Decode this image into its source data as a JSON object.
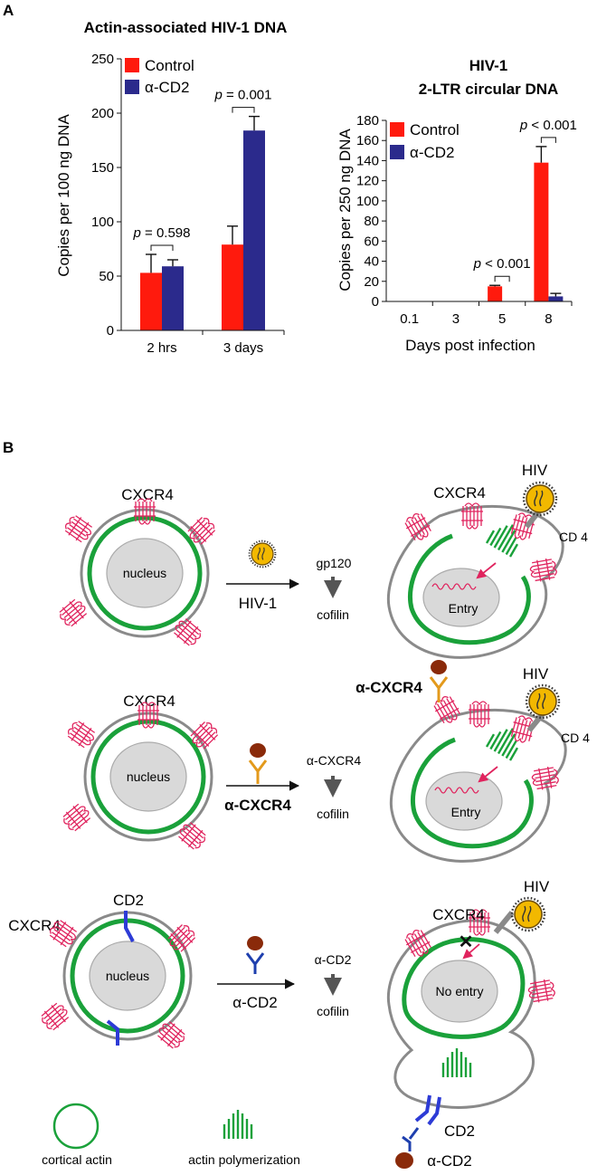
{
  "panel_a_label": "A",
  "panel_b_label": "B",
  "chart_data": [
    {
      "type": "bar",
      "title": "Actin-associated HIV-1 DNA",
      "xlabel": "",
      "ylabel": "Copies per 100 ng DNA",
      "categories": [
        "2 hrs",
        "3 days"
      ],
      "series": [
        {
          "name": "Control",
          "color": "#ff1a0d",
          "values": [
            53,
            79
          ],
          "errors": [
            17,
            17
          ]
        },
        {
          "name": "α-CD2",
          "color": "#2b2a8c",
          "values": [
            59,
            184
          ],
          "errors": [
            6,
            13
          ]
        }
      ],
      "ylim": [
        0,
        250
      ],
      "yticks": [
        0,
        50,
        100,
        150,
        200,
        250
      ],
      "legend": "top-left",
      "annotations": [
        {
          "p": "p",
          "text": " = 0.598",
          "category": "2 hrs"
        },
        {
          "p": "p",
          "text": " = 0.001",
          "category": "3 days"
        }
      ]
    },
    {
      "type": "bar",
      "title": "HIV-1",
      "subtitle": "2-LTR circular DNA",
      "xlabel": "Days post infection",
      "ylabel": "Copies per 250 ng DNA",
      "categories": [
        "0.1",
        "3",
        "5",
        "8"
      ],
      "series": [
        {
          "name": "Control",
          "color": "#ff1a0d",
          "values": [
            0,
            0,
            15,
            138
          ],
          "errors": [
            0,
            0,
            1,
            16
          ]
        },
        {
          "name": "α-CD2",
          "color": "#2b2a8c",
          "values": [
            0,
            0,
            0,
            5
          ],
          "errors": [
            0,
            0,
            0,
            3
          ]
        }
      ],
      "ylim": [
        0,
        180
      ],
      "yticks": [
        0,
        20,
        40,
        60,
        80,
        100,
        120,
        140,
        160,
        180
      ],
      "legend": "top-left",
      "annotations": [
        {
          "p": "p",
          "text": " < 0.001",
          "category": "5"
        },
        {
          "p": "p",
          "text": " < 0.001",
          "category": "8"
        }
      ]
    }
  ],
  "diagram": {
    "row1": {
      "receptor_label": "CXCR4",
      "nucleus_label": "nucleus",
      "arrow_label": "HIV-1",
      "trigger_label": "gp120",
      "effector_label": "cofilin",
      "result_receptor_label": "CXCR4",
      "virus_label": "HIV",
      "cd4_label": "CD 4",
      "result_nucleus_label": "Entry"
    },
    "row2": {
      "receptor_label": "CXCR4",
      "nucleus_label": "nucleus",
      "arrow_label": "α-CXCR4",
      "trigger_label": "α-CXCR4",
      "effector_label": "cofilin",
      "antibody_label": "α-CXCR4",
      "virus_label": "HIV",
      "cd4_label": "CD 4",
      "result_nucleus_label": "Entry"
    },
    "row3": {
      "cd2_label": "CD2",
      "receptor_label": "CXCR4",
      "nucleus_label": "nucleus",
      "arrow_label": "α-CD2",
      "trigger_label": "α-CD2",
      "effector_label": "cofilin",
      "result_receptor_label": "CXCR4",
      "virus_label": "HIV",
      "result_nucleus_label": "No entry",
      "result_cd2_label": "CD2",
      "result_antibody_label": "α-CD2"
    },
    "legend": {
      "cortical_label": "cortical actin",
      "polymerization_label": "actin polymerization"
    },
    "colors": {
      "membrane": "#8a8a8a",
      "actin": "#1aa13a",
      "receptor": "#e0245e",
      "nucleus_fill": "#d9d9d9",
      "virus": "#f2b800",
      "antibody_cxcr4": "#e39a1c",
      "antibody_cd2": "#1e3fae",
      "antibody_head": "#8a2a0a"
    }
  }
}
